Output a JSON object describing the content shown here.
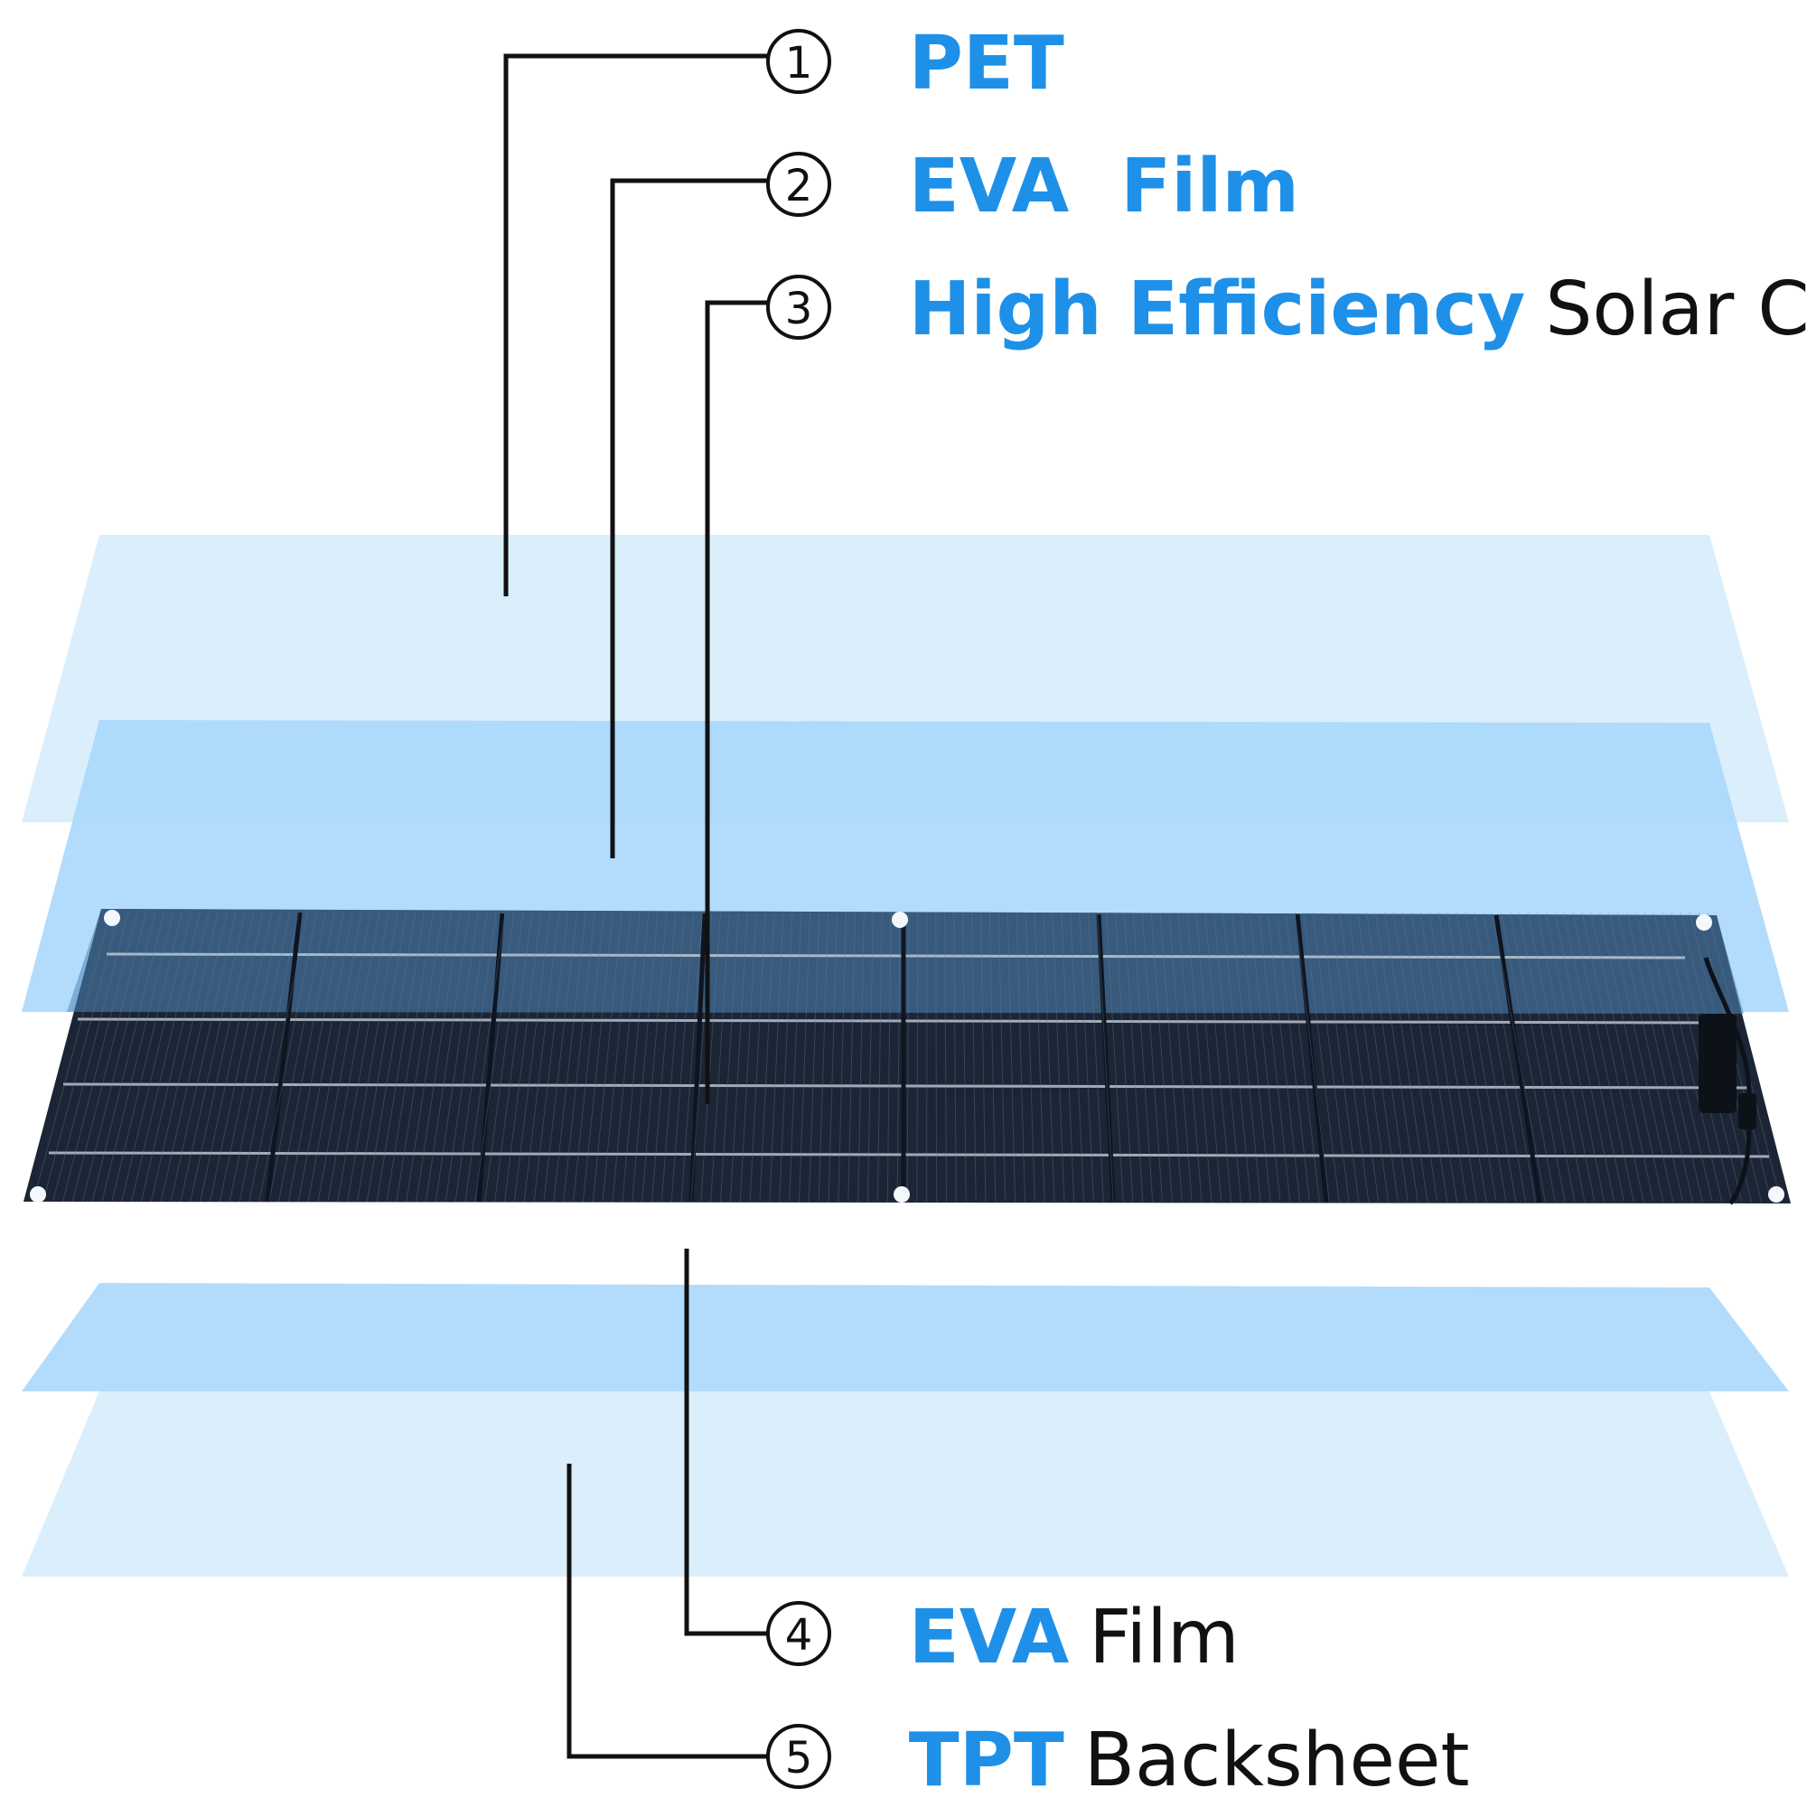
{
  "layers": [
    {
      "number": "1",
      "highlight": "PET",
      "rest": ""
    },
    {
      "number": "2",
      "highlight": "EVA  Film",
      "rest": ""
    },
    {
      "number": "3",
      "highlight": "High Efficiency",
      "rest": "Solar Cell"
    },
    {
      "number": "4",
      "highlight": "EVA",
      "rest": "Film"
    },
    {
      "number": "5",
      "highlight": "TPT",
      "rest": "Backsheet"
    }
  ],
  "colors": {
    "label_highlight": "#1e90e8",
    "label_text": "#111111",
    "film_light": "#d6ecfc",
    "film_mid": "#a9d8fb",
    "panel_dark": "#1e2a3a",
    "leader_line": "#111111"
  }
}
